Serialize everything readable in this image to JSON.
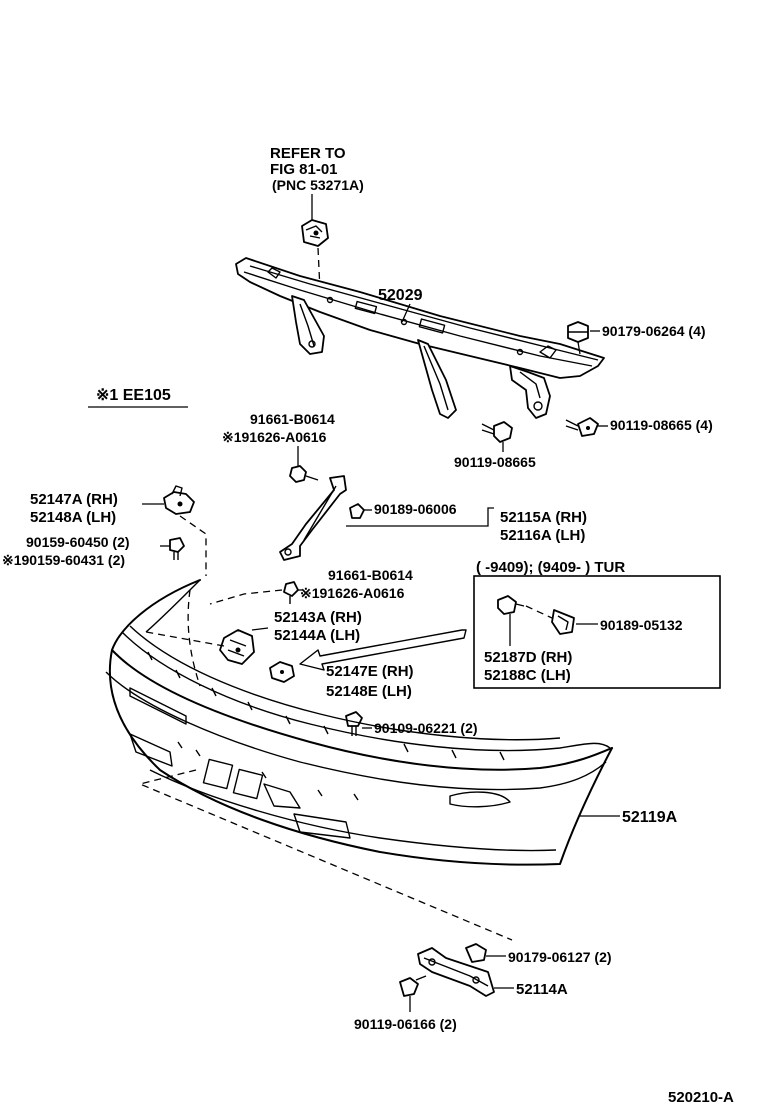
{
  "refer": {
    "line1": "REFER TO",
    "line2": "FIG 81-01",
    "line3": "(PNC 53271A)"
  },
  "note": {
    "text": "※1 EE105"
  },
  "inset": {
    "header": "(        -9409); (9409-        ) TUR"
  },
  "labels": {
    "p52029": "52029",
    "p90179_06264": "90179-06264 (4)",
    "p90119_08665_4": "90119-08665 (4)",
    "p90119_08665": "90119-08665",
    "p91661_b0614_a": "91661-B0614",
    "p191626_a0616_a": "※191626-A0616",
    "p52147a": "52147A (RH)",
    "p52148a": "52148A (LH)",
    "p90159_60450": "90159-60450 (2)",
    "p190159_60431": "※190159-60431 (2)",
    "p90189_06006": "90189-06006",
    "p52115a": "52115A (RH)",
    "p52116a": "52116A (LH)",
    "p91661_b0614_b": "91661-B0614",
    "p191626_a0616_b": "※191626-A0616",
    "p52143a": "52143A (RH)",
    "p52144a": "52144A (LH)",
    "p52147e": "52147E (RH)",
    "p52148e": "52148E (LH)",
    "p90109_06221": "90109-06221 (2)",
    "p90189_05132": "90189-05132",
    "p52187d": "52187D (RH)",
    "p52188c": "52188C (LH)",
    "p52119a": "52119A",
    "p90179_06127": "90179-06127 (2)",
    "p52114a": "52114A",
    "p90119_06166": "90119-06166 (2)",
    "figure_code": "520210-A"
  }
}
